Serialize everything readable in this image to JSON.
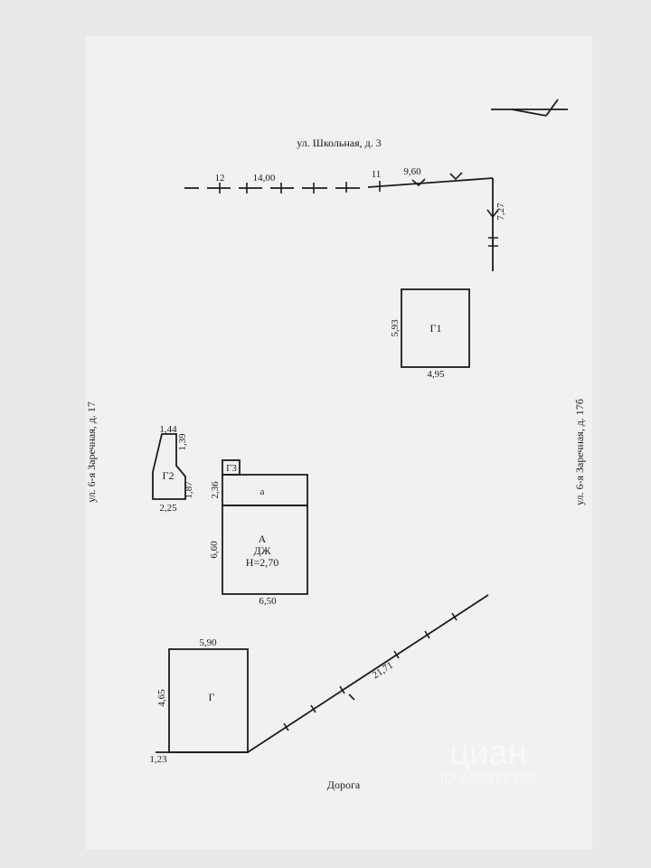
{
  "streets": {
    "top": "ул. Школьная, д. 3",
    "left": "ул. 6-я Заречная, д. 17",
    "right": "ул. 6-я Заречная, д. 17б",
    "bottom": "Дорога"
  },
  "boundary": {
    "marks": [
      "12",
      "14,00",
      "11",
      "9,60",
      "7,27",
      "1,23",
      "21,71"
    ]
  },
  "buildings": {
    "g1": {
      "name": "Г1",
      "w": "4,95",
      "h": "5,93"
    },
    "g2": {
      "name": "Г2",
      "top": "1,44",
      "right_upper": "1,39",
      "right_lower": "1,87",
      "bottom": "2,25"
    },
    "g3": {
      "name": "Г3"
    },
    "porch": {
      "name": "а",
      "h": "2,36"
    },
    "house": {
      "name": "А",
      "type": "ДЖ",
      "height": "Н=2,70",
      "w": "6,50",
      "h": "6,60"
    },
    "g": {
      "name": "Г",
      "w": "5,90",
      "h": "4,65"
    }
  },
  "watermark": {
    "brand": "циан",
    "id": "ID 262317168"
  }
}
